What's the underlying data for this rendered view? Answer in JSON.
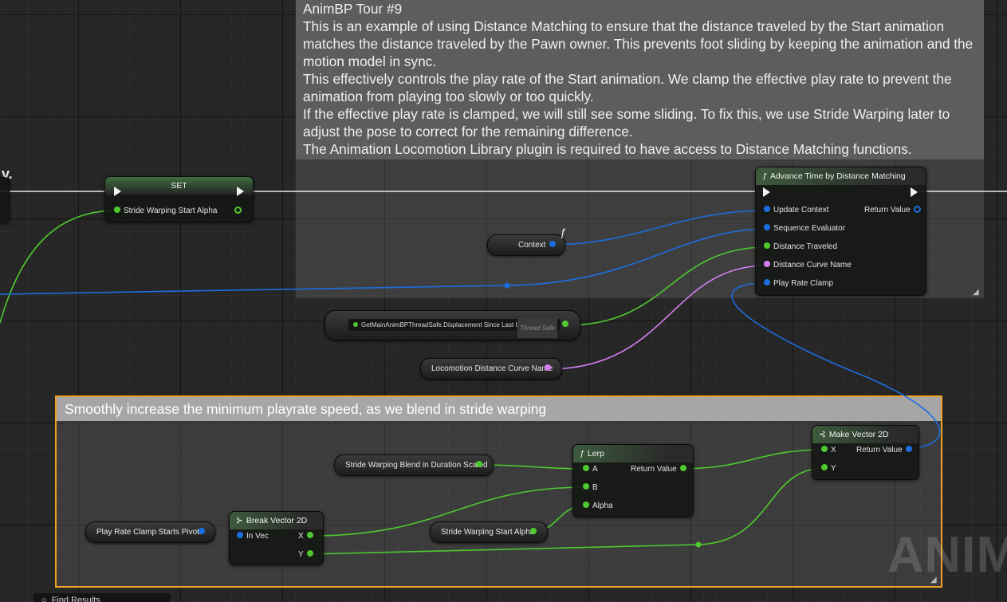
{
  "comments": {
    "tour_title": "AnimBP Tour #9",
    "tour_body": "This is an example of using Distance Matching to ensure that the distance traveled by the Start animation matches the distance traveled by the Pawn owner. This prevents foot sliding by keeping the animation and the motion model in sync.\nThis effectively controls the play rate of the Start animation. We clamp the effective play rate to prevent the animation from playing too slowly or too quickly.\nIf the effective play rate is clamped, we will still see some sliding. To fix this, we use Stride Warping later to adjust the pose to correct for the remaining difference.\nThe Animation Locomotion Library plugin is required to have access to Distance Matching functions.",
    "playrate_title": "Smoothly increase the minimum playrate speed, as we blend in stride warping"
  },
  "partial_text_left": "v.",
  "nodes": {
    "set": {
      "title": "SET",
      "pin": "Stride Warping Start Alpha"
    },
    "advance": {
      "title": "Advance Time by Distance Matching",
      "inputs": [
        "Update Context",
        "Sequence Evaluator",
        "Distance Traveled",
        "Distance Curve Name",
        "Play Rate Clamp"
      ],
      "output": "Return Value"
    },
    "context": {
      "label": "Context"
    },
    "get_displacement": {
      "label": "GetMainAnimBPThreadSafe.Displacement Since Last Update",
      "badge": "Thread Safe"
    },
    "curve_name": {
      "label": "Locomotion Distance Curve Name"
    },
    "blend_duration": {
      "label": "Stride Warping Blend in Duration Scaled"
    },
    "lerp": {
      "title": "Lerp",
      "inputs": [
        "A",
        "B",
        "Alpha"
      ],
      "output": "Return Value"
    },
    "make_vector": {
      "title": "Make Vector 2D",
      "inputs": [
        "X",
        "Y"
      ],
      "output": "Return Value"
    },
    "clamp_pivots": {
      "label": "Play Rate Clamp Starts Pivots"
    },
    "break_vector": {
      "title": "Break Vector 2D",
      "input": "In Vec",
      "outputs": [
        "X",
        "Y"
      ]
    },
    "start_alpha": {
      "label": "Stride Warping Start Alpha"
    }
  },
  "watermark": "ANIMA",
  "find_results": "Find Results",
  "colors": {
    "exec_wire": "#ffffff",
    "float_wire": "#4ec92f",
    "struct_wire": "#1c6ee0",
    "name_wire": "#d47ef2",
    "comment_border": "#f3a323"
  }
}
